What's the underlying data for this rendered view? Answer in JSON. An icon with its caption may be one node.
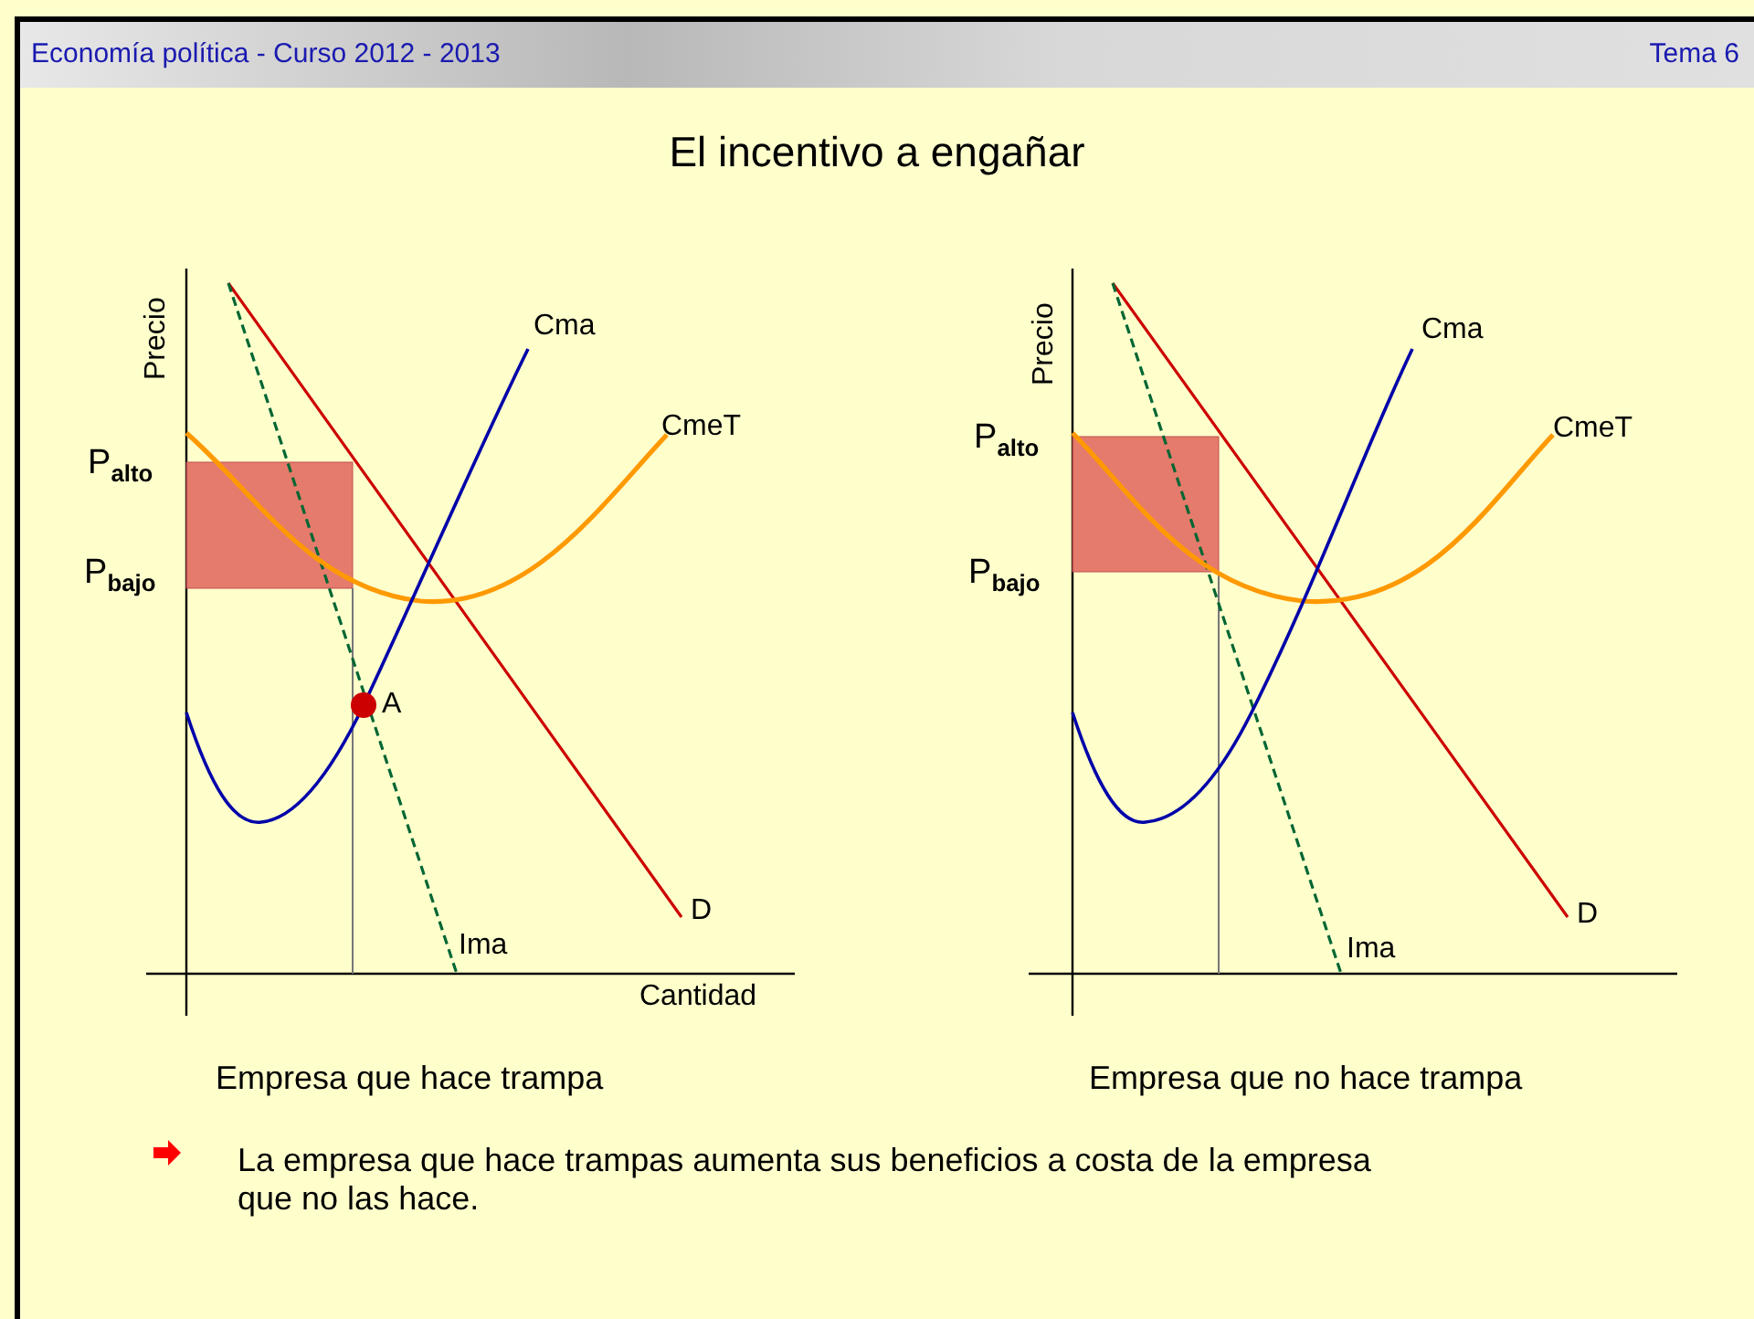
{
  "diagram": {
    "title": "El incentivo a engañar",
    "labels": [
      "Economía política - Curso 2012 - 2013",
      "Tema 6",
      "Precio",
      "Cma",
      "CmeT",
      "P$_{alto}$",
      "P$_{bajo}$",
      "A",
      "D",
      "Ima",
      "Cantidad",
      "Empresa que hace trampa",
      "Precio",
      "Cma",
      "CmeT",
      "P$_{alto}$",
      "P$_{bajo}$",
      "D",
      "Ima",
      "Empresa que no hace trampa",
      "La empresa que hace trampas aumenta sus beneficios a costa de la empresa que no las hace."
    ]
  }
}
